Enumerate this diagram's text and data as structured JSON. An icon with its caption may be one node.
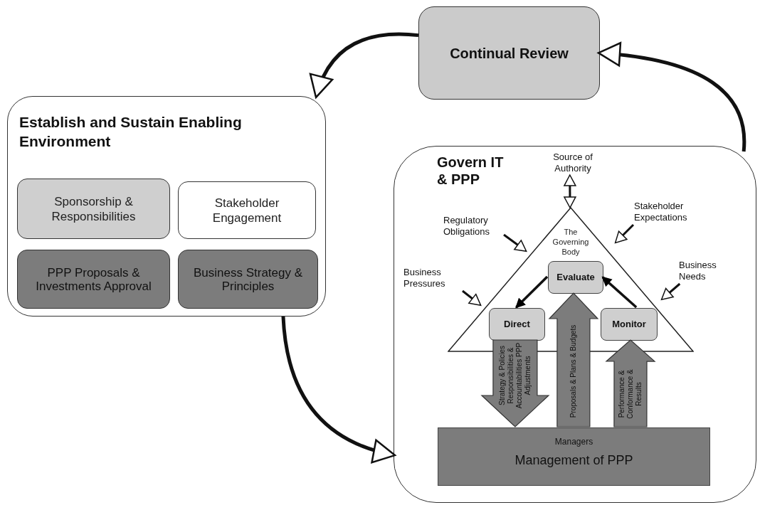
{
  "diagram": {
    "nodes": [
      {
        "text": [
          "Continual Review"
        ]
      },
      {
        "text": [
          "Establish and Sustain Enabling Environment"
        ]
      },
      {
        "text": [
          "Sponsorship & Responsibilities"
        ],
        "in": 1
      },
      {
        "text": [
          "Stakeholder Engagement"
        ],
        "in": 1
      },
      {
        "text": [
          "PPP Proposals & Investments Approval"
        ],
        "in": 1
      },
      {
        "text": [
          "Business Strategy & Principles"
        ],
        "in": 1
      },
      {
        "text": [
          "Govern IT & PPP"
        ]
      },
      {
        "text": [
          "Source of Authority"
        ],
        "in": 6
      },
      {
        "text": [
          "The Governing Body"
        ],
        "in": 6
      },
      {
        "text": [
          "Regulatory Obligations"
        ],
        "in": 6
      },
      {
        "text": [
          "Stakeholder Expectations"
        ],
        "in": 6
      },
      {
        "text": [
          "Business Pressures"
        ],
        "in": 6
      },
      {
        "text": [
          "Business Needs"
        ],
        "in": 6
      },
      {
        "text": [
          "Evaluate"
        ],
        "in": 8
      },
      {
        "text": [
          "Direct"
        ],
        "in": 8
      },
      {
        "text": [
          "Monitor"
        ],
        "in": 8
      },
      {
        "text": [
          "Managers",
          "Management of PPP"
        ],
        "in": 6
      }
    ],
    "edges": [
      {
        "from": 0,
        "to": 1,
        "arrow": "to"
      },
      {
        "from": 1,
        "to": 6,
        "arrow": "to"
      },
      {
        "from": 6,
        "to": 0,
        "arrow": "to"
      },
      {
        "from": 7,
        "to": 8,
        "arrow": "both"
      },
      {
        "from": 9,
        "to": 8,
        "arrow": "to"
      },
      {
        "from": 10,
        "to": 8,
        "arrow": "to"
      },
      {
        "from": 11,
        "to": 8,
        "arrow": "to"
      },
      {
        "from": 12,
        "to": 8,
        "arrow": "to"
      },
      {
        "from": 13,
        "to": 14,
        "arrow": "to"
      },
      {
        "from": 15,
        "to": 13,
        "arrow": "to"
      },
      {
        "from": 14,
        "to": 16,
        "arrow": "to",
        "label": "Strategy & Policies Responsibilities & Accountabilities PPP Adjustments"
      },
      {
        "from": 16,
        "to": 13,
        "arrow": "to",
        "label": "Proposals & Plans & Budgets"
      },
      {
        "from": 16,
        "to": 15,
        "arrow": "to",
        "label": "Performance & Conformance & Results"
      }
    ]
  }
}
